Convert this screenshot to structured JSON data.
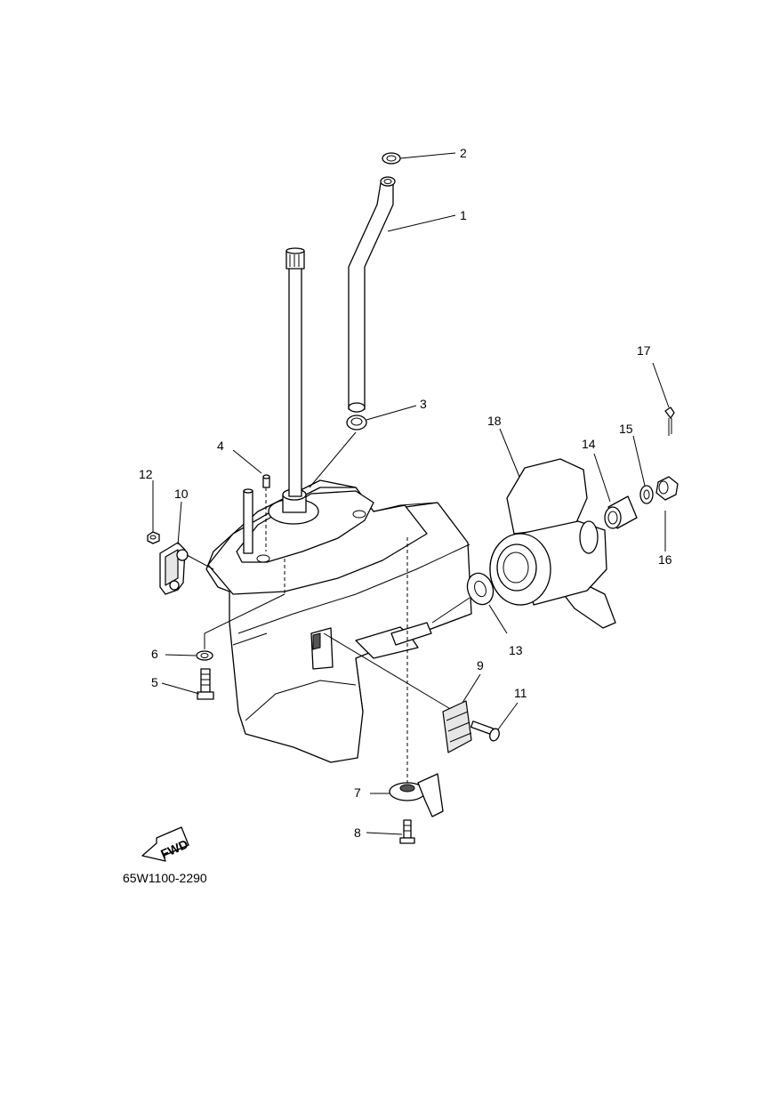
{
  "diagram": {
    "drawing_code": "65W1100-2290",
    "fwd_label": "FWD",
    "callouts": [
      {
        "id": "c1",
        "label": "1"
      },
      {
        "id": "c2",
        "label": "2"
      },
      {
        "id": "c3",
        "label": "3"
      },
      {
        "id": "c4",
        "label": "4"
      },
      {
        "id": "c5",
        "label": "5"
      },
      {
        "id": "c6",
        "label": "6"
      },
      {
        "id": "c7",
        "label": "7"
      },
      {
        "id": "c8",
        "label": "8"
      },
      {
        "id": "c9",
        "label": "9"
      },
      {
        "id": "c10",
        "label": "10"
      },
      {
        "id": "c11",
        "label": "11"
      },
      {
        "id": "c12",
        "label": "12"
      },
      {
        "id": "c13",
        "label": "13"
      },
      {
        "id": "c14",
        "label": "14"
      },
      {
        "id": "c15",
        "label": "15"
      },
      {
        "id": "c16",
        "label": "16"
      },
      {
        "id": "c17",
        "label": "17"
      },
      {
        "id": "c18",
        "label": "18"
      }
    ]
  }
}
